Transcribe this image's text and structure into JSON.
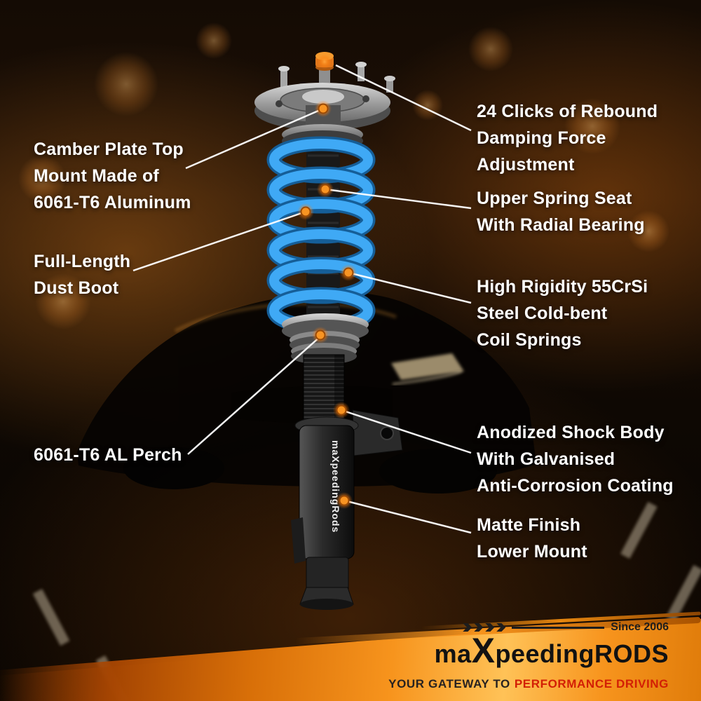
{
  "callouts": [
    {
      "id": "camber-plate",
      "side": "left",
      "text": "Camber Plate Top\nMount Made of\n6061-T6 Aluminum"
    },
    {
      "id": "dust-boot",
      "side": "left",
      "text": "Full-Length\nDust Boot"
    },
    {
      "id": "al-perch",
      "side": "left",
      "text": "6061-T6 AL Perch"
    },
    {
      "id": "rebound-adjustment",
      "side": "right",
      "text": "24 Clicks of Rebound\nDamping Force\nAdjustment"
    },
    {
      "id": "upper-spring-seat",
      "side": "right",
      "text": "Upper Spring Seat\nWith Radial Bearing"
    },
    {
      "id": "coil-springs",
      "side": "right",
      "text": "High Rigidity 55CrSi\nSteel Cold-bent\nCoil Springs"
    },
    {
      "id": "shock-body",
      "side": "right",
      "text": "Anodized Shock Body\nWith Galvanised\nAnti-Corrosion Coating"
    },
    {
      "id": "lower-mount",
      "side": "right",
      "text": "Matte Finish\nLower Mount"
    }
  ],
  "product": {
    "type": "coilover shock absorber",
    "body_brand_text": "maXpeedingRods"
  },
  "logo": {
    "since": "Since 2006",
    "brand_ma": "ma",
    "brand_x": "X",
    "brand_peeding": "peeding",
    "brand_rods": "RODS",
    "tagline_prefix": "YOUR GATEWAY TO",
    "tagline_accent": "PERFORMANCE DRIVING"
  },
  "colors": {
    "accent_orange": "#f7941d",
    "spring_blue": "#3fa9f5",
    "marker_glow": "#ff9a2e",
    "label_text": "#ffffff",
    "tagline_accent": "#d31f05"
  }
}
